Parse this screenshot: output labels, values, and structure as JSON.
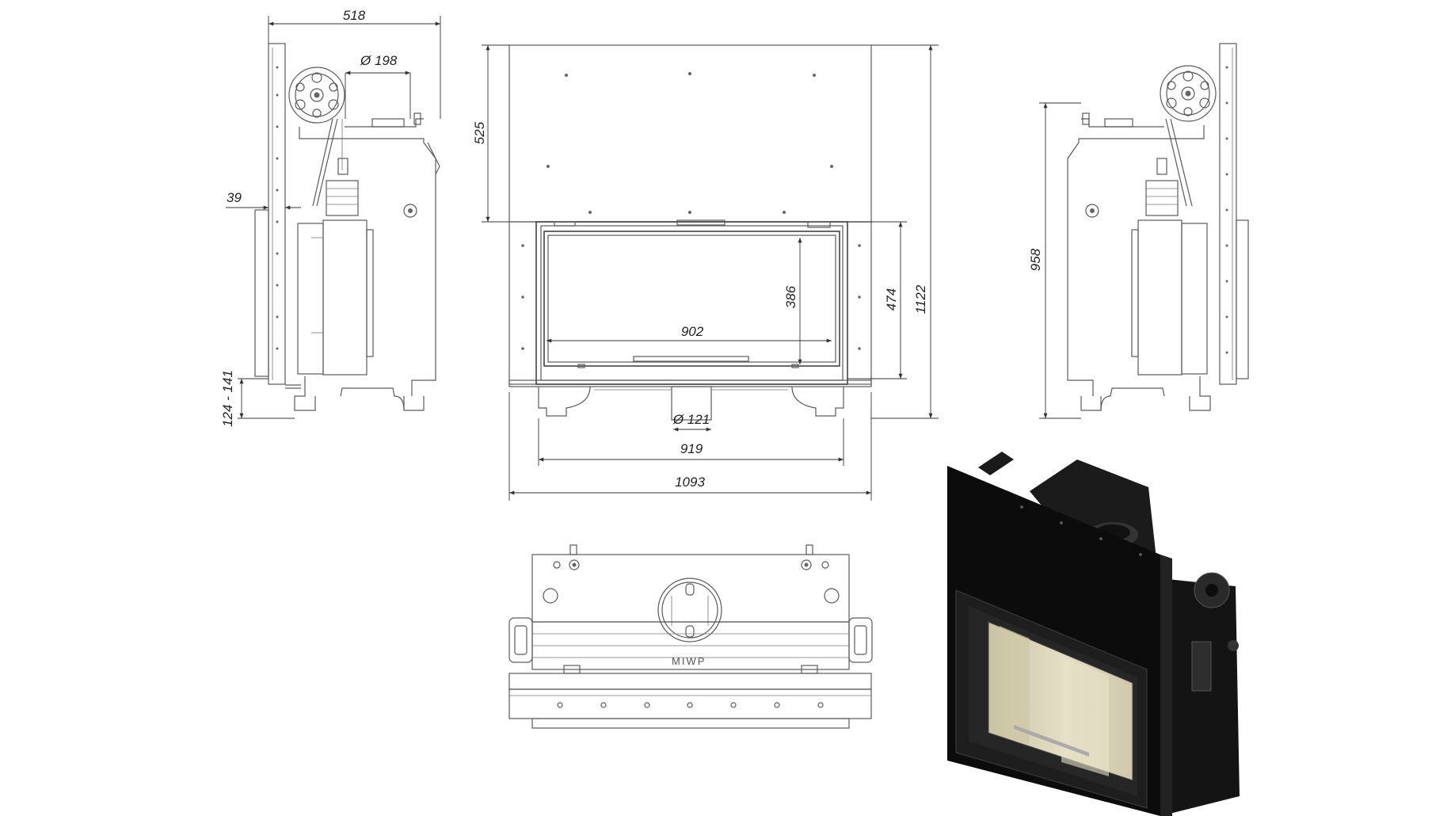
{
  "dimensions": {
    "side_depth": "518",
    "outlet_diameter": "Ø 198",
    "frame_offset": "39",
    "leg_height": "124 - 141",
    "top_height": "525",
    "glass_height": "386",
    "glass_width": "902",
    "opening_height": "474",
    "total_height_front": "1122",
    "intake_diameter": "Ø 121",
    "base_width": "919",
    "total_width": "1093",
    "total_height_side": "958"
  },
  "brand_logo": "MIWP",
  "colors": {
    "line": "#5a5a5a",
    "dimension": "#333333",
    "render_body": "#111111",
    "render_glass": "#d8d2b8"
  }
}
